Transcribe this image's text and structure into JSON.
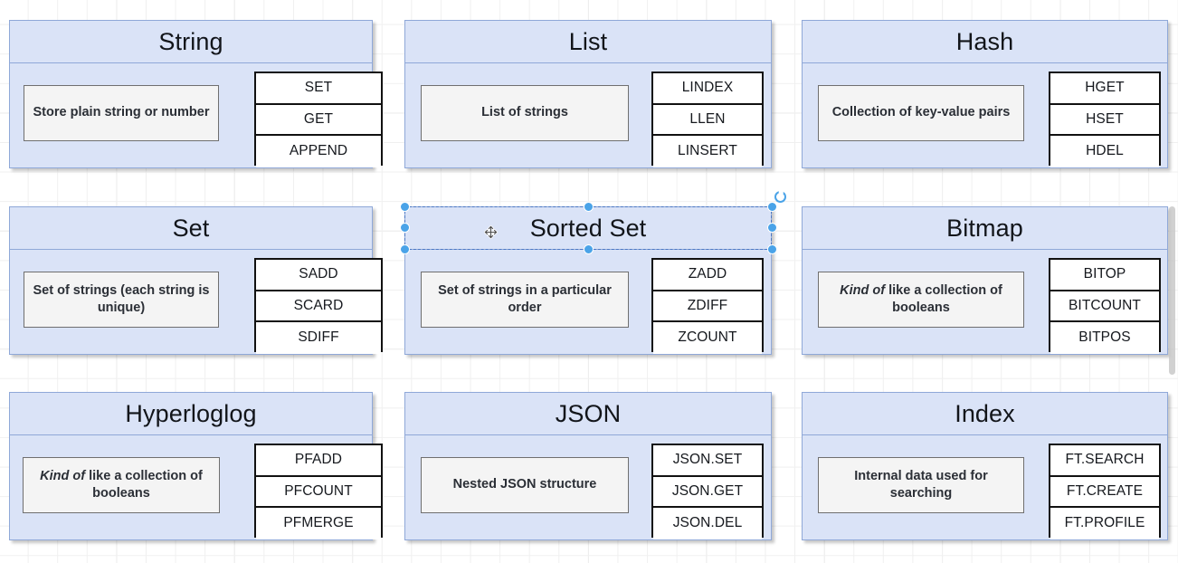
{
  "app": {
    "kind": "diagram-canvas",
    "grid_visible": true,
    "colors": {
      "card_fill": "#dae3f7",
      "card_border": "#8fa8d8",
      "desc_fill": "#f4f4f4",
      "desc_border": "#6f6f6f",
      "cmd_fill": "#ffffff",
      "cmd_border": "#111111",
      "selection": "#4aa3e8",
      "grid": "#e2e2e2"
    }
  },
  "selection": {
    "selected_shape": "Sorted Set",
    "handle_count": 8,
    "rotate_handle": true,
    "cursor": "move-cursor"
  },
  "cards": [
    {
      "title": "String",
      "description": "Store plain string or number",
      "description_emphasis": "",
      "commands": [
        "SET",
        "GET",
        "APPEND"
      ]
    },
    {
      "title": "List",
      "description": "List of strings",
      "description_emphasis": "",
      "commands": [
        "LINDEX",
        "LLEN",
        "LINSERT"
      ]
    },
    {
      "title": "Hash",
      "description": "Collection of key-value pairs",
      "description_emphasis": "",
      "commands": [
        "HGET",
        "HSET",
        "HDEL"
      ]
    },
    {
      "title": "Set",
      "description": "Set of strings (each string is unique)",
      "description_emphasis": "",
      "commands": [
        "SADD",
        "SCARD",
        "SDIFF"
      ]
    },
    {
      "title": "Sorted Set",
      "description": "Set of strings in a particular order",
      "description_emphasis": "",
      "commands": [
        "ZADD",
        "ZDIFF",
        "ZCOUNT"
      ]
    },
    {
      "title": "Bitmap",
      "description": "like a collection of booleans",
      "description_emphasis": "Kind of",
      "commands": [
        "BITOP",
        "BITCOUNT",
        "BITPOS"
      ]
    },
    {
      "title": "Hyperloglog",
      "description": "like a collection of booleans",
      "description_emphasis": "Kind of",
      "commands": [
        "PFADD",
        "PFCOUNT",
        "PFMERGE"
      ]
    },
    {
      "title": "JSON",
      "description": "Nested JSON structure",
      "description_emphasis": "",
      "commands": [
        "JSON.SET",
        "JSON.GET",
        "JSON.DEL"
      ]
    },
    {
      "title": "Index",
      "description": "Internal data used for searching",
      "description_emphasis": "",
      "commands": [
        "FT.SEARCH",
        "FT.CREATE",
        "FT.PROFILE"
      ]
    }
  ]
}
